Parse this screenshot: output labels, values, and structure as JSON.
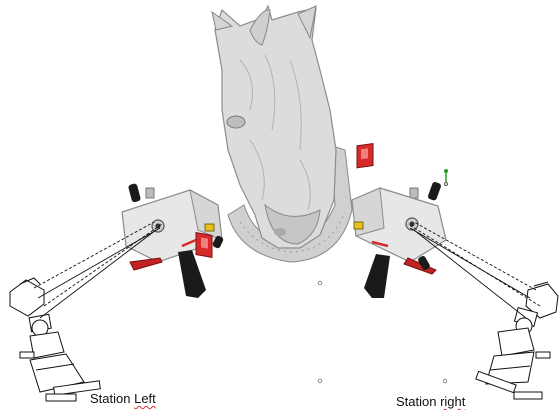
{
  "labels": {
    "left_main": "Station ",
    "left_word": "Left",
    "right_main": "Station ",
    "right_word": "right"
  },
  "colors": {
    "scanner_body": "#e7e7e7",
    "laser_accent": "#d42a2a",
    "grip": "#1a1a1a",
    "horse": "#d8d8d8",
    "spellcheck": "#dd3333"
  },
  "icons": {
    "horse": "horse-head-scan",
    "scanner": "laser-tracker-scanner",
    "station": "tripod-station"
  }
}
